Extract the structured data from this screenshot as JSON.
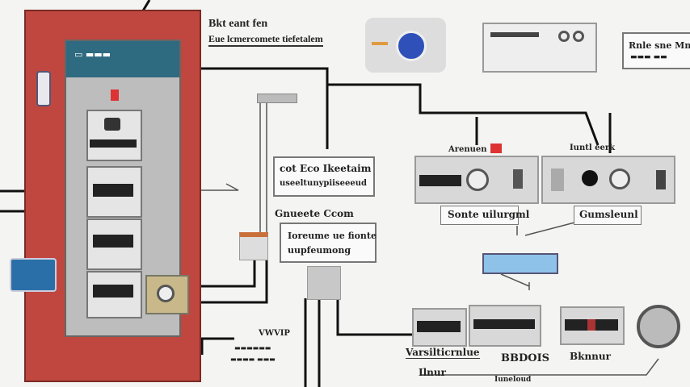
{
  "title": {
    "line1": "Bkt eant fen",
    "line2": "Eue lcmercomete tiefetalem"
  },
  "panel": {
    "color": "#c0473f",
    "header_label": "▭ ▬▬▬",
    "header_color": "#2e6a80",
    "rows": [
      "",
      "",
      ""
    ]
  },
  "labels": {
    "box1_line1": "cot Eco Ikeetaim",
    "box1_line2": "useeltunypiiseeeud",
    "caption_mid": "Gnueete Ccom",
    "box2_line1": "Ioreume ue fionte",
    "box2_line2": "uupfeumong",
    "top_dev1": "Arenuen",
    "top_dev2": "Iuntl eerk",
    "dev1_caption": "Sonte uilurgml",
    "dev2_caption": "Gumsleunl",
    "right_note": "Rnle sne Mnl",
    "right_note2": "▬▬▬ ▬▬",
    "bottom1": "Varsilticrnlue",
    "bottom2": "BBDOIS",
    "bottom3": "Bknnur",
    "bottom4": "Ilnur",
    "bottom5": "Iuneloud",
    "small1": "VWVIP",
    "small2": "▬▬▬▬▬▬",
    "small3": "▬▬▬▬ ▬▬▬"
  },
  "icons": [
    "plug-icon",
    "tool-icon",
    "globe-icon",
    "meter-icon",
    "tape-icon"
  ]
}
